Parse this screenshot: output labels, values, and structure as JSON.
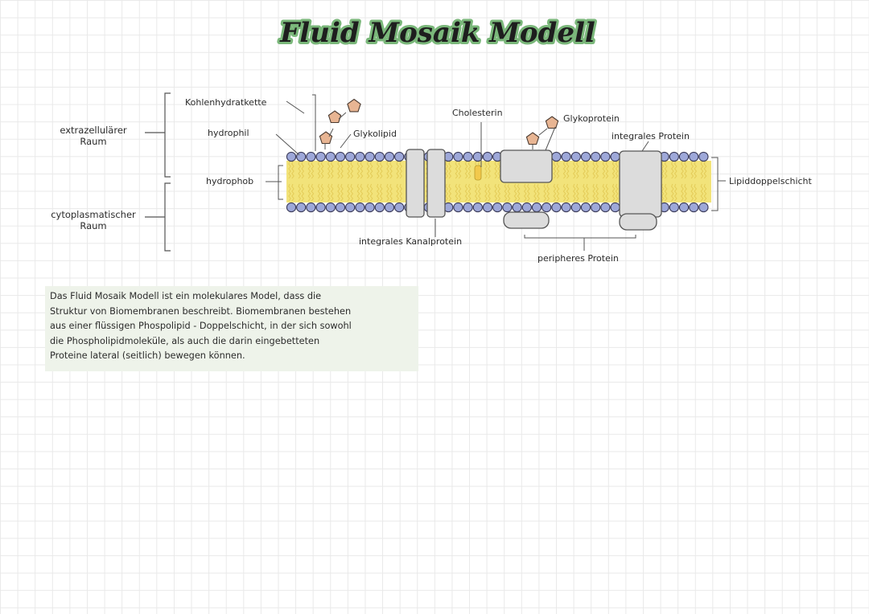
{
  "title": "Fluid Mosaik Modell",
  "labels": {
    "extracellular": [
      "extrazellulärer",
      "Raum"
    ],
    "cytoplasmic": [
      "cytoplasmatischer",
      "Raum"
    ],
    "carbohydrate_chain": "Kohlenhydratkette",
    "hydrophilic": "hydrophil",
    "hydrophobic": "hydrophob",
    "glycolipid": "Glykolipid",
    "cholesterol": "Cholesterin",
    "glycoprotein": "Glykoprotein",
    "integral_protein": "integrales Protein",
    "lipid_bilayer": "Lipiddoppelschicht",
    "channel_protein": "integrales Kanalprotein",
    "peripheral_protein": "peripheres Protein"
  },
  "description": [
    "Das Fluid Mosaik Modell ist ein molekulares Model, dass die",
    "Struktur von Biomembranen beschreibt. Biomembranen bestehen",
    "aus einer flüssigen Phospolipid - Doppelschicht, in der sich sowohl",
    "die Phospholipidmoleküle, als auch die darin eingebetteten",
    "Proteine lateral (seitlich) bewegen können."
  ],
  "colors": {
    "head": "#9ea8d9",
    "tail": "#f2e37a",
    "protein": "#dcdcdc",
    "sugar": "#e8b593",
    "title_highlight": "#7ab77a",
    "description_bg": "#eef3ea"
  }
}
